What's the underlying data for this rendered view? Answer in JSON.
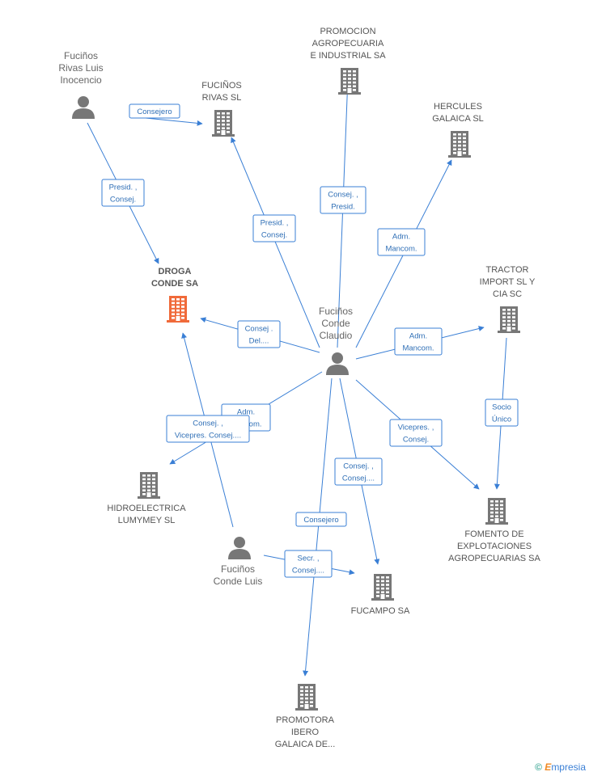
{
  "colors": {
    "edge": "#3a7fd5",
    "company": "#777777",
    "highlight": "#f06a3a",
    "person": "#777777"
  },
  "nodes": [
    {
      "id": "droga",
      "type": "company",
      "highlight": true,
      "label": [
        "DROGA",
        "CONDE SA"
      ]
    },
    {
      "id": "fucinos_rivas_sl",
      "type": "company",
      "label": [
        "FUCIÑOS",
        "RIVAS SL"
      ]
    },
    {
      "id": "promocion",
      "type": "company",
      "label": [
        "PROMOCION",
        "AGROPECUARIA",
        "E INDUSTRIAL SA"
      ]
    },
    {
      "id": "hercules",
      "type": "company",
      "label": [
        "HERCULES",
        "GALAICA  SL"
      ]
    },
    {
      "id": "tractor",
      "type": "company",
      "label": [
        "TRACTOR",
        "IMPORT SL Y",
        "CIA SC"
      ]
    },
    {
      "id": "hidro",
      "type": "company",
      "label": [
        "HIDROELECTRICA",
        "LUMYMEY SL"
      ]
    },
    {
      "id": "fomento",
      "type": "company",
      "label": [
        "FOMENTO DE",
        "EXPLOTACIONES",
        "AGROPECUARIAS SA"
      ]
    },
    {
      "id": "fucampo",
      "type": "company",
      "label": [
        "FUCAMPO SA"
      ]
    },
    {
      "id": "promotora",
      "type": "company",
      "label": [
        "PROMOTORA",
        "IBERO",
        "GALAICA DE..."
      ]
    },
    {
      "id": "p_rivas",
      "type": "person",
      "label": [
        "Fuciños",
        "Rivas Luis",
        "Inocencio"
      ]
    },
    {
      "id": "p_claudio",
      "type": "person",
      "label": [
        "Fuciños",
        "Conde",
        "Claudio"
      ]
    },
    {
      "id": "p_luis",
      "type": "person",
      "label": [
        "Fuciños",
        "Conde Luis"
      ]
    }
  ],
  "edges": [
    {
      "from": "p_rivas",
      "to": "fucinos_rivas_sl",
      "label": [
        "Consejero"
      ]
    },
    {
      "from": "p_rivas",
      "to": "droga",
      "label": [
        "Presid. ,",
        "Consej."
      ]
    },
    {
      "from": "p_claudio",
      "to": "fucinos_rivas_sl",
      "label": [
        "Presid. ,",
        "Consej."
      ]
    },
    {
      "from": "p_claudio",
      "to": "promocion",
      "label": [
        "Consej. ,",
        "Presid."
      ]
    },
    {
      "from": "p_claudio",
      "to": "hercules",
      "label": [
        "Adm.",
        "Mancom."
      ]
    },
    {
      "from": "p_claudio",
      "to": "droga",
      "label": [
        "Consej .",
        "Del...."
      ]
    },
    {
      "from": "p_claudio",
      "to": "tractor",
      "label": [
        "Adm.",
        "Mancom."
      ]
    },
    {
      "from": "p_claudio",
      "to": "hidro",
      "label": [
        "Adm.",
        "Mancom."
      ]
    },
    {
      "from": "p_claudio",
      "to": "fomento",
      "label": [
        "Vicepres. ,",
        "Consej."
      ]
    },
    {
      "from": "p_claudio",
      "to": "fucampo",
      "label": [
        "Consej. ,",
        "Consej...."
      ]
    },
    {
      "from": "p_claudio",
      "to": "promotora",
      "label": [
        "Consejero"
      ]
    },
    {
      "from": "tractor",
      "to": "fomento",
      "label": [
        "Socio",
        "Único"
      ]
    },
    {
      "from": "p_luis",
      "to": "droga",
      "label": [
        "Consej. ,",
        "Vicepres. Consej...."
      ]
    },
    {
      "from": "p_luis",
      "to": "fucampo",
      "label": [
        "Secr. ,",
        "Consej...."
      ]
    }
  ],
  "footer": {
    "copyright": "©",
    "brand_initial": "E",
    "brand_rest": "mpresia"
  }
}
